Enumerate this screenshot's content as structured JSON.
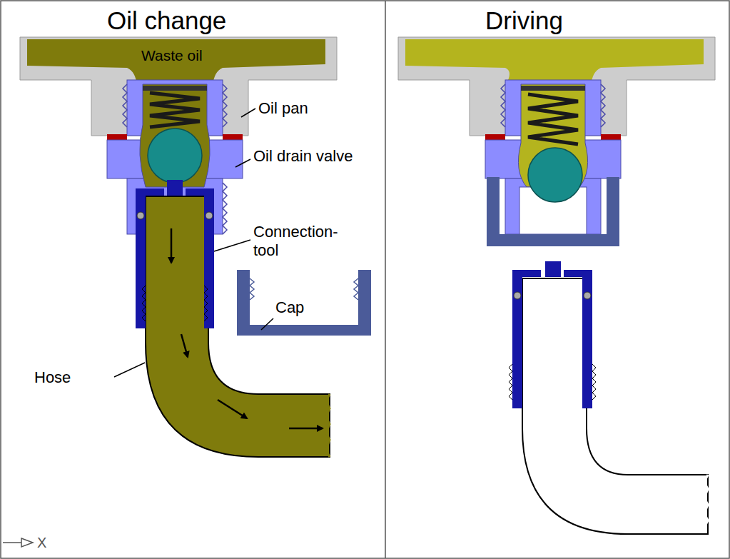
{
  "diagram": {
    "labels": [
      "Oil change",
      "Driving",
      "Waste oil",
      "Oil pan",
      "Oil drain valve",
      "Connection- tool",
      "Cap",
      "Hose",
      "X"
    ]
  }
}
